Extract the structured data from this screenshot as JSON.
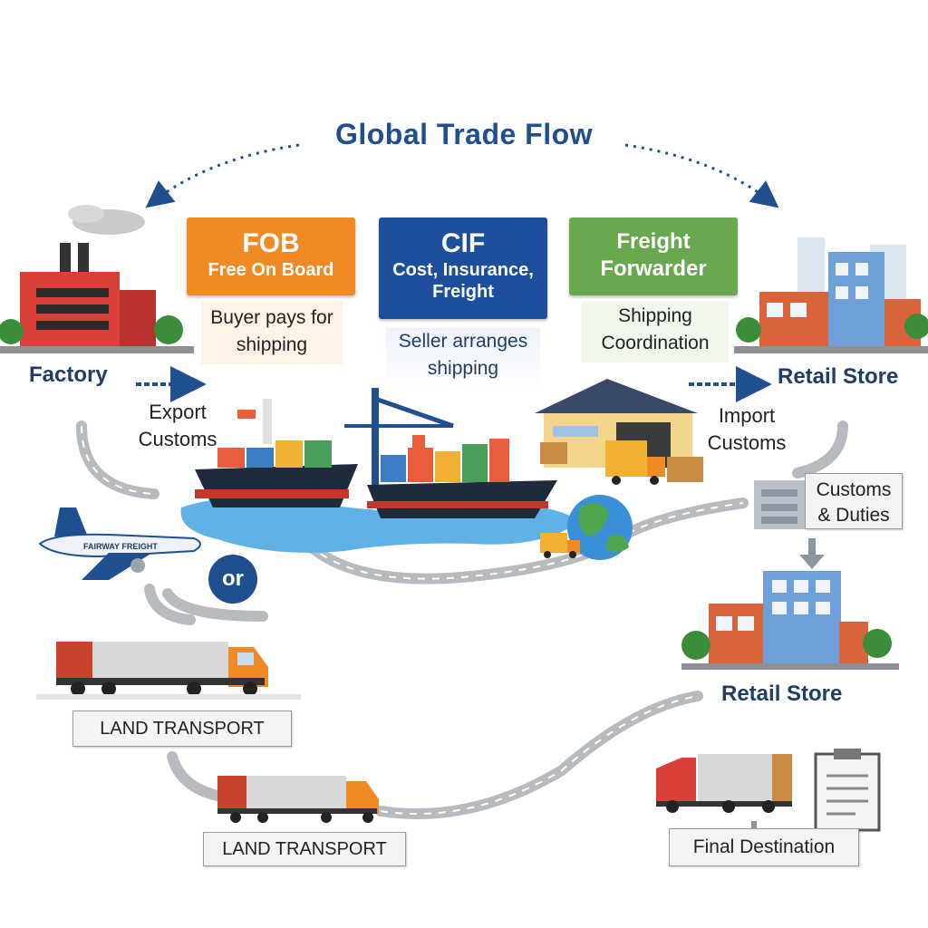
{
  "title": "Global Trade Flow",
  "cards": {
    "fob": {
      "abbr": "FOB",
      "name": "Free On Board",
      "note": "Buyer pays for shipping"
    },
    "cif": {
      "abbr": "CIF",
      "name_line1": "Cost, Insurance,",
      "name_line2": "Freight",
      "note_line1": "Seller arranges",
      "note_line2": "shipping"
    },
    "ff": {
      "line1": "Freight",
      "line2": "Forwarder",
      "note_line1": "Shipping",
      "note_line2": "Coordination"
    }
  },
  "nodes": {
    "factory": "Factory",
    "export_line1": "Export",
    "export_line2": "Customs",
    "import_line1": "Import",
    "import_line2": "Customs",
    "retail_top": "Retail Store",
    "customs_line1": "Customs",
    "customs_line2": "& Duties",
    "or": "or",
    "plane_text": "FAIRWAY FREIGHT",
    "land1": "LAND TRANSPORT",
    "land2": "LAND TRANSPORT",
    "retail_bottom": "Retail Store",
    "final": "Final Destination"
  },
  "colors": {
    "fob": "#f08a24",
    "cif": "#1e4f9c",
    "ff": "#6aa84f",
    "title": "#1f4f8f"
  }
}
